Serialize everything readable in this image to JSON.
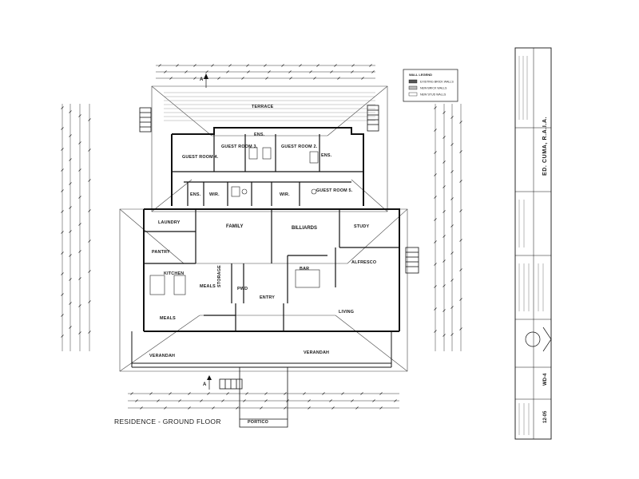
{
  "drawing": {
    "title": "RESIDENCE - GROUND FLOOR",
    "rooms": [
      {
        "key": "terrace",
        "label": "TERRACE"
      },
      {
        "key": "ens_top",
        "label": "ENS."
      },
      {
        "key": "guest3",
        "label": "GUEST ROOM 3."
      },
      {
        "key": "guest2",
        "label": "GUEST ROOM 2."
      },
      {
        "key": "guest4",
        "label": "GUEST ROOM 4."
      },
      {
        "key": "ens_right",
        "label": "ENS."
      },
      {
        "key": "ens_left",
        "label": "ENS."
      },
      {
        "key": "wir_left",
        "label": "WIR."
      },
      {
        "key": "wir_right",
        "label": "WIR."
      },
      {
        "key": "guest5",
        "label": "GUEST ROOM 5."
      },
      {
        "key": "laundry",
        "label": "LAUNDRY"
      },
      {
        "key": "family",
        "label": "FAMILY"
      },
      {
        "key": "billiards",
        "label": "BILLIARDS"
      },
      {
        "key": "study",
        "label": "STUDY"
      },
      {
        "key": "pantry",
        "label": "PANTRY"
      },
      {
        "key": "alfresco",
        "label": "ALFRESCO"
      },
      {
        "key": "kitchen",
        "label": "KITCHEN"
      },
      {
        "key": "meals",
        "label": "MEALS"
      },
      {
        "key": "storage",
        "label": "STORAGE"
      },
      {
        "key": "bar",
        "label": "BAR"
      },
      {
        "key": "entry",
        "label": "ENTRY"
      },
      {
        "key": "pwd",
        "label": "PWD"
      },
      {
        "key": "living",
        "label": "LIVING"
      },
      {
        "key": "meals2",
        "label": "MEALS"
      },
      {
        "key": "verandah_left",
        "label": "VERANDAH"
      },
      {
        "key": "verandah_right",
        "label": "VERANDAH"
      },
      {
        "key": "portico",
        "label": "PORTICO"
      }
    ],
    "section_marker": "A"
  },
  "legend": {
    "title": "WALL LEGEND",
    "items": [
      "EXISTING BRICK WALLS",
      "NEW BRICK WALLS",
      "NEW STUD WALLS"
    ]
  },
  "title_block": {
    "firm": "ED. CUMA, R.A.I.A.",
    "sheet_no": "WD-4",
    "sheet_code": "12-05"
  }
}
